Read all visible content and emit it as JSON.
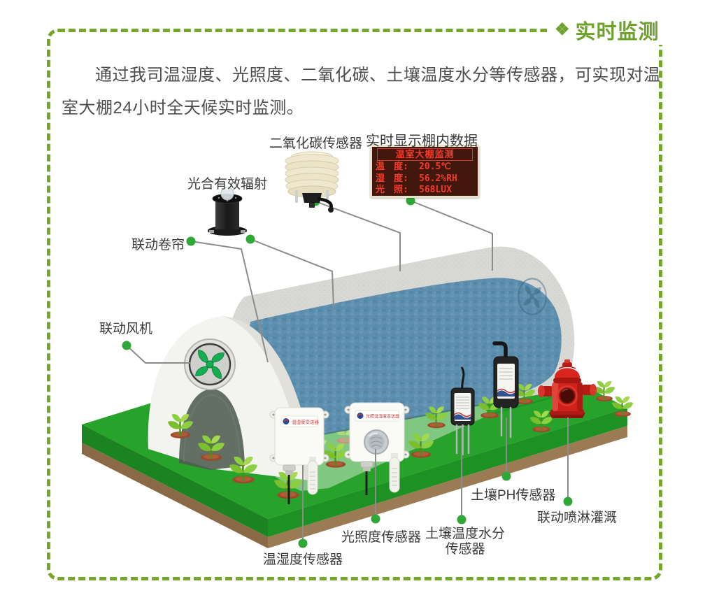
{
  "page": {
    "title_icon": "❖",
    "title": "实时监测",
    "intro": "通过我司温湿度、光照度、二氧化碳、土壤温度水分等传感器，可实现对温室大棚24小时全天候实时监测。"
  },
  "labels": {
    "co2": "二氧化碳传感器",
    "display": "实时显示棚内数据",
    "par": "光合有效辐射",
    "curtain": "联动卷帘",
    "fan": "联动风机",
    "temp_humidity": "温湿度传感器",
    "light": "光照度传感器",
    "soil_tm_line1": "土壤温度水分",
    "soil_tm_line2": "传感器",
    "soil_ph": "土壤PH传感器",
    "irrigation": "联动喷淋灌溉"
  },
  "display_panel": {
    "title": "温室大棚监测",
    "rows": [
      {
        "label": "温　度:",
        "value": "20.5℃"
      },
      {
        "label": "湿　度:",
        "value": "56.2%RH"
      },
      {
        "label": "光　照:",
        "value": "568LUX"
      }
    ]
  },
  "devices": {
    "box_a_label": "温湿度变送器",
    "box_b_label": "光照温湿度变送器"
  },
  "colors": {
    "accent_green": "#6da22b",
    "border_green": "#74a72c",
    "leader_dot_green": "#2fa837",
    "led_red": "#f23b2c",
    "panel_bg": "#42170d",
    "curtain_blue": "#5e8fae",
    "grass_green": "#27a22b",
    "soil_brown": "#8a6a46",
    "hydrant_red": "#cf221c",
    "fan_blade_green": "#14ad52"
  }
}
